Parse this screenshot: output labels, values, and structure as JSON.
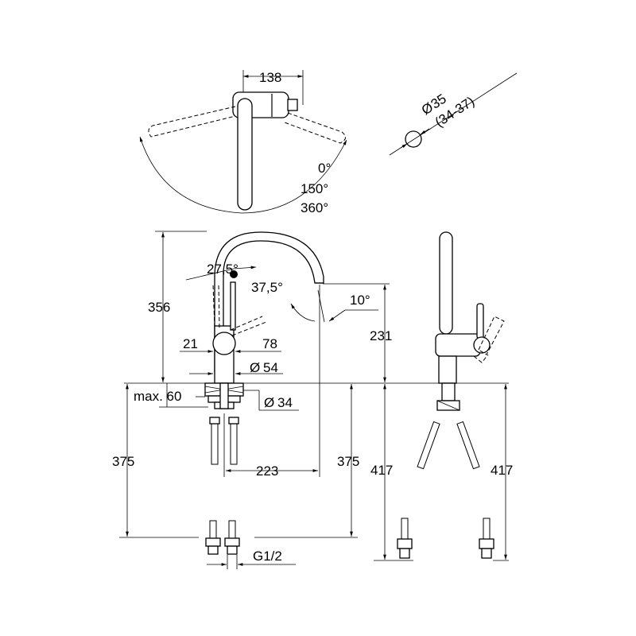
{
  "diagram": {
    "top_view": {
      "offset": "138",
      "angles": [
        "0°",
        "150°",
        "360°"
      ]
    },
    "pipe": {
      "diameter": "35",
      "range": "(34-37)"
    },
    "front_view": {
      "height": "356",
      "angle_lever": "27,5°",
      "angle_lever_2": "37,5°",
      "angle_spout": "10°",
      "spout_height": "231",
      "lever_offset": "21",
      "body_width": "78",
      "base_diameter": "54",
      "max_thickness": "max. 60",
      "hole_diameter": "34",
      "below_left": "375",
      "reach": "223",
      "below_right": "375",
      "hose_length": "417"
    },
    "side_view": {
      "hose_length": "417"
    },
    "connection": "G1/2",
    "diameter_symbol": "Ø"
  }
}
